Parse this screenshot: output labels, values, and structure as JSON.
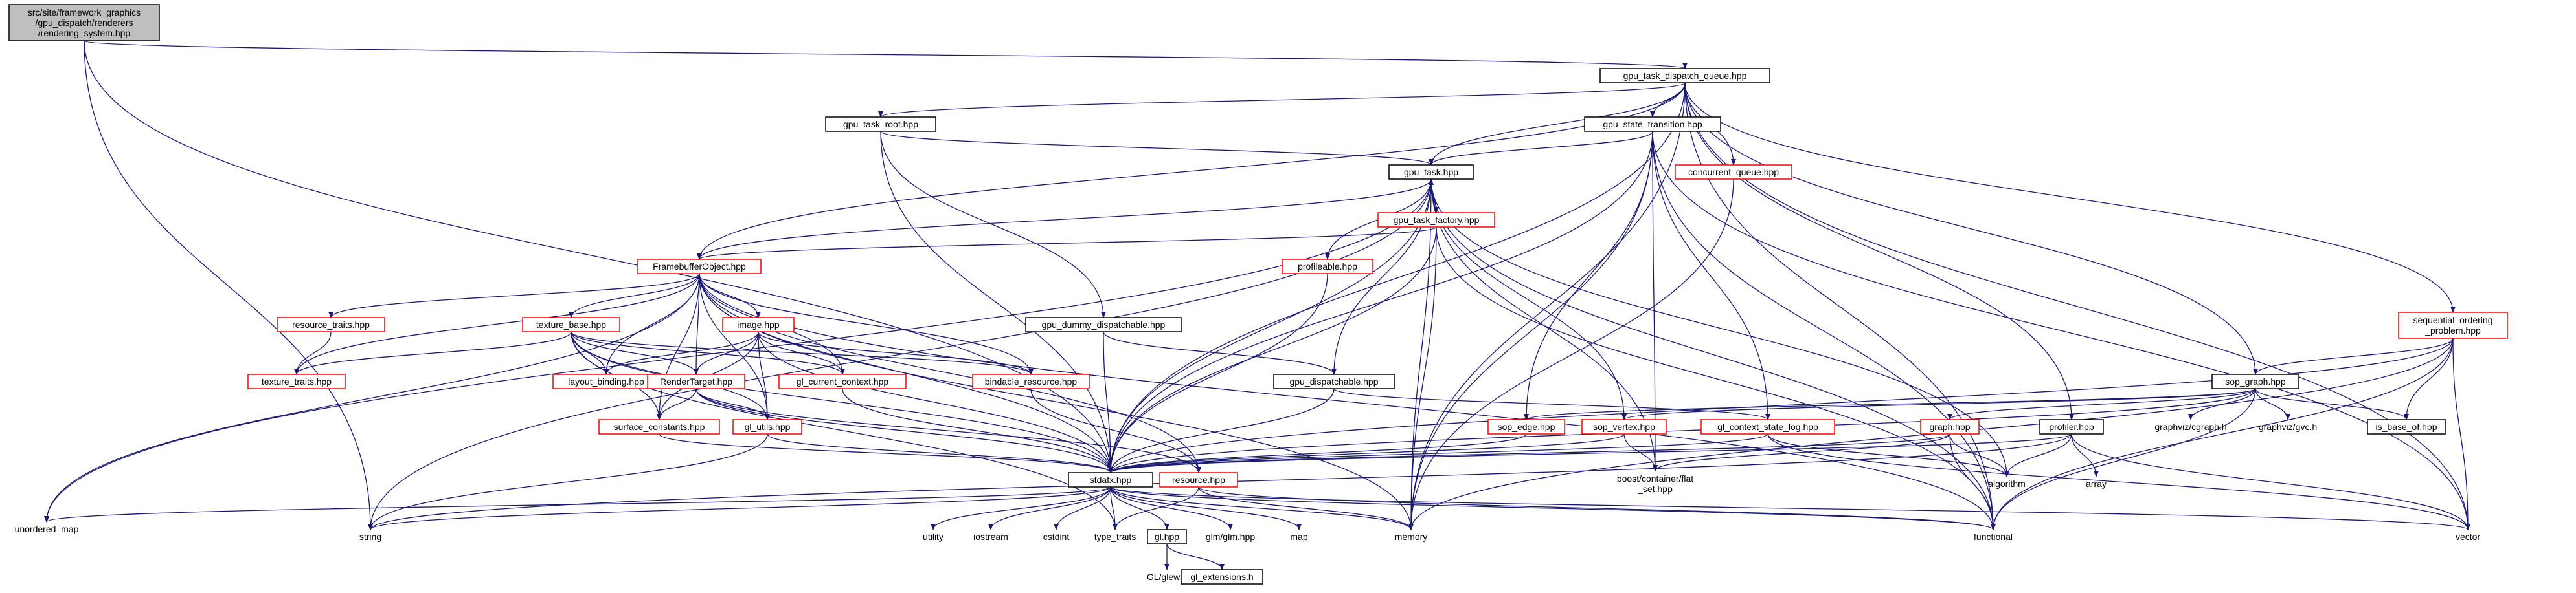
{
  "colors": {
    "edge": "#191970",
    "box_normal": "#000000",
    "box_red": "#ff0000",
    "box_root": "#000000",
    "root_fill": "#bfbfbf",
    "text": "#000000"
  },
  "nodes": [
    {
      "id": "root",
      "lines": [
        "src/site/framework_graphics",
        "/gpu_dispatch/renderers",
        "/rendering_system.hpp"
      ],
      "box": "root"
    },
    {
      "id": "gtdq",
      "lines": [
        "gpu_task_dispatch_queue.hpp"
      ],
      "box": "normal"
    },
    {
      "id": "gtr",
      "lines": [
        "gpu_task_root.hpp"
      ],
      "box": "normal"
    },
    {
      "id": "gst",
      "lines": [
        "gpu_state_transition.hpp"
      ],
      "box": "normal"
    },
    {
      "id": "gt",
      "lines": [
        "gpu_task.hpp"
      ],
      "box": "normal"
    },
    {
      "id": "cq",
      "lines": [
        "concurrent_queue.hpp"
      ],
      "box": "red"
    },
    {
      "id": "gtf",
      "lines": [
        "gpu_task_factory.hpp"
      ],
      "box": "red"
    },
    {
      "id": "fbo",
      "lines": [
        "FramebufferObject.hpp"
      ],
      "box": "red"
    },
    {
      "id": "prof",
      "lines": [
        "profileable.hpp"
      ],
      "box": "red"
    },
    {
      "id": "rtraits",
      "lines": [
        "resource_traits.hpp"
      ],
      "box": "red"
    },
    {
      "id": "tbase",
      "lines": [
        "texture_base.hpp"
      ],
      "box": "red"
    },
    {
      "id": "image",
      "lines": [
        "image.hpp"
      ],
      "box": "red"
    },
    {
      "id": "ttraits",
      "lines": [
        "texture_traits.hpp"
      ],
      "box": "red"
    },
    {
      "id": "layout",
      "lines": [
        "layout_binding.hpp"
      ],
      "box": "red"
    },
    {
      "id": "rtarget",
      "lines": [
        "RenderTarget.hpp"
      ],
      "box": "red"
    },
    {
      "id": "gcc",
      "lines": [
        "gl_current_context.hpp"
      ],
      "box": "red"
    },
    {
      "id": "bres",
      "lines": [
        "bindable_resource.hpp"
      ],
      "box": "red"
    },
    {
      "id": "gdd",
      "lines": [
        "gpu_dummy_dispatchable.hpp"
      ],
      "box": "normal"
    },
    {
      "id": "gd",
      "lines": [
        "gpu_dispatchable.hpp"
      ],
      "box": "normal"
    },
    {
      "id": "sconst",
      "lines": [
        "surface_constants.hpp"
      ],
      "box": "red"
    },
    {
      "id": "glutils",
      "lines": [
        "gl_utils.hpp"
      ],
      "box": "red"
    },
    {
      "id": "resource",
      "lines": [
        "resource.hpp"
      ],
      "box": "red"
    },
    {
      "id": "stdafx",
      "lines": [
        "stdafx.hpp"
      ],
      "box": "normal"
    },
    {
      "id": "sopedge",
      "lines": [
        "sop_edge.hpp"
      ],
      "box": "red"
    },
    {
      "id": "sopvertex",
      "lines": [
        "sop_vertex.hpp"
      ],
      "box": "red"
    },
    {
      "id": "gcsl",
      "lines": [
        "gl_context_state_log.hpp"
      ],
      "box": "red"
    },
    {
      "id": "graph",
      "lines": [
        "graph.hpp"
      ],
      "box": "red"
    },
    {
      "id": "profiler",
      "lines": [
        "profiler.hpp"
      ],
      "box": "normal"
    },
    {
      "id": "sopgraph",
      "lines": [
        "sop_graph.hpp"
      ],
      "box": "normal"
    },
    {
      "id": "seqop",
      "lines": [
        "sequential_ordering",
        "_problem.hpp"
      ],
      "box": "red"
    },
    {
      "id": "isbase",
      "lines": [
        "is_base_of.hpp"
      ],
      "box": "normal"
    },
    {
      "id": "cgraph",
      "lines": [
        "graphviz/cgraph.h"
      ],
      "box": "none"
    },
    {
      "id": "gvc",
      "lines": [
        "graphviz/gvc.h"
      ],
      "box": "none"
    },
    {
      "id": "flatset",
      "lines": [
        "boost/container/flat",
        "_set.hpp"
      ],
      "box": "none"
    },
    {
      "id": "algorithm",
      "lines": [
        "algorithm"
      ],
      "box": "none"
    },
    {
      "id": "array",
      "lines": [
        "array"
      ],
      "box": "none"
    },
    {
      "id": "umap",
      "lines": [
        "unordered_map"
      ],
      "box": "none"
    },
    {
      "id": "string",
      "lines": [
        "string"
      ],
      "box": "none"
    },
    {
      "id": "utility",
      "lines": [
        "utility"
      ],
      "box": "none"
    },
    {
      "id": "iostream",
      "lines": [
        "iostream"
      ],
      "box": "none"
    },
    {
      "id": "cstdint",
      "lines": [
        "cstdint"
      ],
      "box": "none"
    },
    {
      "id": "typetraits",
      "lines": [
        "type_traits"
      ],
      "box": "none"
    },
    {
      "id": "gl",
      "lines": [
        "gl.hpp"
      ],
      "box": "normal"
    },
    {
      "id": "glm",
      "lines": [
        "glm/glm.hpp"
      ],
      "box": "none"
    },
    {
      "id": "map",
      "lines": [
        "map"
      ],
      "box": "none"
    },
    {
      "id": "memory",
      "lines": [
        "memory"
      ],
      "box": "none"
    },
    {
      "id": "functional",
      "lines": [
        "functional"
      ],
      "box": "none"
    },
    {
      "id": "vector",
      "lines": [
        "vector"
      ],
      "box": "none"
    },
    {
      "id": "glew",
      "lines": [
        "GL/glew.h"
      ],
      "box": "none"
    },
    {
      "id": "glext",
      "lines": [
        "gl_extensions.h"
      ],
      "box": "normal"
    }
  ],
  "edges": [
    [
      "root",
      "gtdq"
    ],
    [
      "root",
      "stdafx"
    ],
    [
      "root",
      "string"
    ],
    [
      "gtdq",
      "gtr"
    ],
    [
      "gtdq",
      "gst"
    ],
    [
      "gtdq",
      "gt"
    ],
    [
      "gtdq",
      "cq"
    ],
    [
      "gtdq",
      "fbo"
    ],
    [
      "gtdq",
      "stdafx"
    ],
    [
      "gtdq",
      "profiler"
    ],
    [
      "gtdq",
      "sopgraph"
    ],
    [
      "gtdq",
      "seqop"
    ],
    [
      "gtdq",
      "memory"
    ],
    [
      "gtdq",
      "functional"
    ],
    [
      "gtdq",
      "vector"
    ],
    [
      "gtr",
      "gt"
    ],
    [
      "gtr",
      "gdd"
    ],
    [
      "gtr",
      "stdafx"
    ],
    [
      "gst",
      "gt"
    ],
    [
      "gst",
      "stdafx"
    ],
    [
      "gst",
      "sopedge"
    ],
    [
      "gst",
      "gcsl"
    ],
    [
      "gst",
      "flatset"
    ],
    [
      "gst",
      "memory"
    ],
    [
      "gst",
      "functional"
    ],
    [
      "gst",
      "vector"
    ],
    [
      "gt",
      "gtf"
    ],
    [
      "gt",
      "fbo"
    ],
    [
      "gt",
      "prof"
    ],
    [
      "gt",
      "gd"
    ],
    [
      "gt",
      "stdafx"
    ],
    [
      "gt",
      "sopvertex"
    ],
    [
      "gt",
      "flatset"
    ],
    [
      "gt",
      "algorithm"
    ],
    [
      "gt",
      "memory"
    ],
    [
      "gt",
      "functional"
    ],
    [
      "gt",
      "umap"
    ],
    [
      "gt",
      "string"
    ],
    [
      "gtf",
      "gt"
    ],
    [
      "gtf",
      "fbo"
    ],
    [
      "gtf",
      "stdafx"
    ],
    [
      "gtf",
      "memory"
    ],
    [
      "gtf",
      "functional"
    ],
    [
      "cq",
      "memory"
    ],
    [
      "prof",
      "stdafx"
    ],
    [
      "fbo",
      "rtraits"
    ],
    [
      "fbo",
      "tbase"
    ],
    [
      "fbo",
      "image"
    ],
    [
      "fbo",
      "ttraits"
    ],
    [
      "fbo",
      "layout"
    ],
    [
      "fbo",
      "rtarget"
    ],
    [
      "fbo",
      "gcc"
    ],
    [
      "fbo",
      "bres"
    ],
    [
      "fbo",
      "sconst"
    ],
    [
      "fbo",
      "glutils"
    ],
    [
      "fbo",
      "resource"
    ],
    [
      "fbo",
      "stdafx"
    ],
    [
      "fbo",
      "memory"
    ],
    [
      "fbo",
      "functional"
    ],
    [
      "fbo",
      "umap"
    ],
    [
      "rtraits",
      "ttraits"
    ],
    [
      "tbase",
      "ttraits"
    ],
    [
      "tbase",
      "layout"
    ],
    [
      "tbase",
      "rtarget"
    ],
    [
      "tbase",
      "gcc"
    ],
    [
      "tbase",
      "bres"
    ],
    [
      "tbase",
      "sconst"
    ],
    [
      "tbase",
      "glutils"
    ],
    [
      "tbase",
      "stdafx"
    ],
    [
      "tbase",
      "typetraits"
    ],
    [
      "image",
      "layout"
    ],
    [
      "image",
      "rtarget"
    ],
    [
      "image",
      "gcc"
    ],
    [
      "image",
      "bres"
    ],
    [
      "image",
      "sconst"
    ],
    [
      "image",
      "glutils"
    ],
    [
      "image",
      "stdafx"
    ],
    [
      "rtarget",
      "sconst"
    ],
    [
      "rtarget",
      "glutils"
    ],
    [
      "rtarget",
      "resource"
    ],
    [
      "rtarget",
      "stdafx"
    ],
    [
      "gcc",
      "stdafx"
    ],
    [
      "bres",
      "resource"
    ],
    [
      "gdd",
      "gd"
    ],
    [
      "gdd",
      "stdafx"
    ],
    [
      "gd",
      "stdafx"
    ],
    [
      "gd",
      "gcsl"
    ],
    [
      "sconst",
      "stdafx"
    ],
    [
      "glutils",
      "stdafx"
    ],
    [
      "glutils",
      "string"
    ],
    [
      "resource",
      "typetraits"
    ],
    [
      "resource",
      "memory"
    ],
    [
      "resource",
      "functional"
    ],
    [
      "sopedge",
      "stdafx"
    ],
    [
      "sopvertex",
      "stdafx"
    ],
    [
      "sopvertex",
      "flatset"
    ],
    [
      "gcsl",
      "stdafx"
    ],
    [
      "gcsl",
      "algorithm"
    ],
    [
      "gcsl",
      "vector"
    ],
    [
      "sopgraph",
      "sopedge"
    ],
    [
      "sopgraph",
      "sopvertex"
    ],
    [
      "sopgraph",
      "graph"
    ],
    [
      "sopgraph",
      "stdafx"
    ],
    [
      "sopgraph",
      "cgraph"
    ],
    [
      "sopgraph",
      "gvc"
    ],
    [
      "sopgraph",
      "isbase"
    ],
    [
      "sopgraph",
      "functional"
    ],
    [
      "graph",
      "stdafx"
    ],
    [
      "graph",
      "flatset"
    ],
    [
      "graph",
      "algorithm"
    ],
    [
      "graph",
      "functional"
    ],
    [
      "profiler",
      "stdafx"
    ],
    [
      "profiler",
      "algorithm"
    ],
    [
      "profiler",
      "array"
    ],
    [
      "profiler",
      "string"
    ],
    [
      "profiler",
      "vector"
    ],
    [
      "seqop",
      "sopgraph"
    ],
    [
      "seqop",
      "isbase"
    ],
    [
      "seqop",
      "stdafx"
    ],
    [
      "seqop",
      "memory"
    ],
    [
      "seqop",
      "functional"
    ],
    [
      "seqop",
      "vector"
    ],
    [
      "stdafx",
      "umap"
    ],
    [
      "stdafx",
      "string"
    ],
    [
      "stdafx",
      "utility"
    ],
    [
      "stdafx",
      "iostream"
    ],
    [
      "stdafx",
      "cstdint"
    ],
    [
      "stdafx",
      "typetraits"
    ],
    [
      "stdafx",
      "gl"
    ],
    [
      "stdafx",
      "glm"
    ],
    [
      "stdafx",
      "map"
    ],
    [
      "stdafx",
      "memory"
    ],
    [
      "stdafx",
      "functional"
    ],
    [
      "stdafx",
      "vector"
    ],
    [
      "gl",
      "glew"
    ],
    [
      "gl",
      "glext"
    ]
  ]
}
